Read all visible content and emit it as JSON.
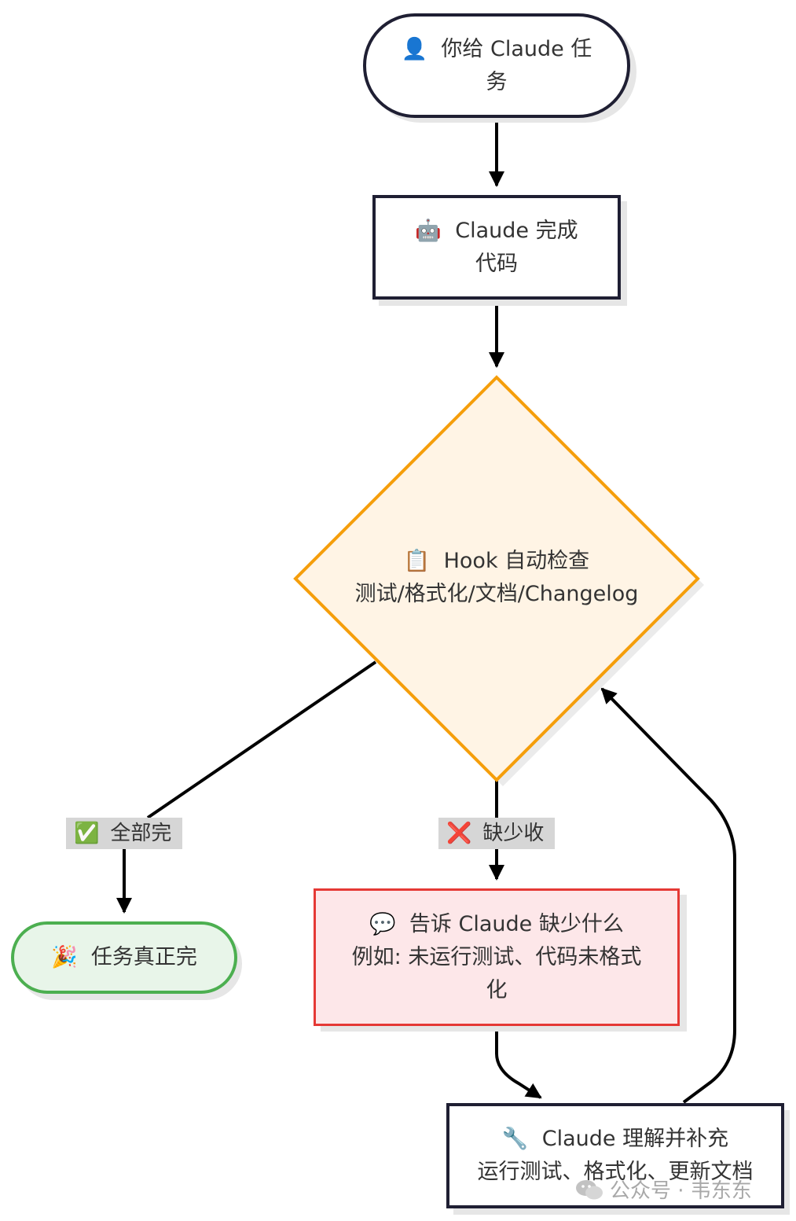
{
  "nodes": {
    "start": {
      "icon": "👤",
      "text": "你给 Claude 任务"
    },
    "complete": {
      "icon": "🤖",
      "text": "Claude 完成代码"
    },
    "hook": {
      "icon": "📋",
      "line1": "Hook 自动检查",
      "line2": "测试/格式化/文档/Changelog"
    },
    "done": {
      "icon": "🎉",
      "text": "任务真正完"
    },
    "tell": {
      "icon": "💬",
      "line1": "告诉 Claude 缺少什么",
      "line2": "例如: 未运行测试、代码未格式化"
    },
    "fix": {
      "icon": "🔧",
      "line1": "Claude 理解并补充",
      "line2": "运行测试、格式化、更新文档"
    }
  },
  "edge_labels": {
    "all_done": {
      "icon": "✅",
      "text": "全部完"
    },
    "missing": {
      "icon": "❌",
      "text": "缺少收"
    }
  },
  "watermark": {
    "text": "公众号 · 韦东东"
  },
  "colors": {
    "stroke": "#1f1f33",
    "hook_fill": "#fff4e5",
    "hook_stroke": "#f59e0b",
    "done_fill": "#e8f5e9",
    "done_stroke": "#4caf50",
    "tell_fill": "#fde7e9",
    "tell_stroke": "#e53935"
  }
}
